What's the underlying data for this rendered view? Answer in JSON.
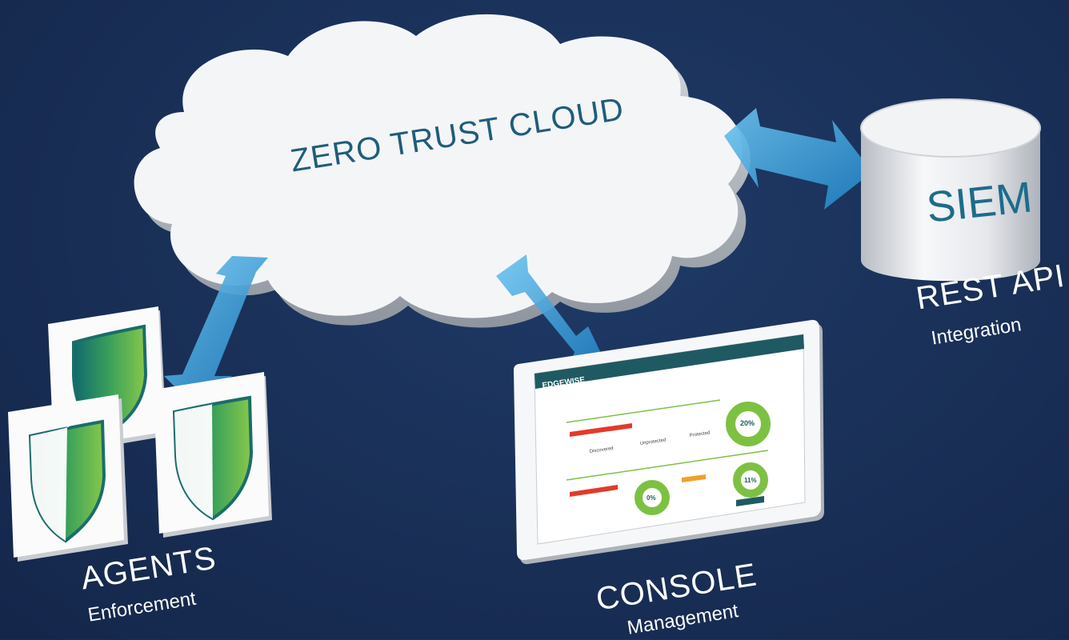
{
  "cloud": {
    "title": "ZERO TRUST CLOUD"
  },
  "siem": {
    "label": "SIEM",
    "title": "REST API",
    "subtitle": "Integration"
  },
  "agents": {
    "title": "AGENTS",
    "subtitle": "Enforcement",
    "count": 3
  },
  "console": {
    "title": "CONSOLE",
    "subtitle": "Management",
    "screen": {
      "brand": "EDGEWISE",
      "gauges": [
        "20%",
        "0%",
        "11%"
      ],
      "stats": [
        "Discovered",
        "Unprotected",
        "Protected"
      ]
    }
  },
  "colors": {
    "background": "#1a3159",
    "arrow": "#3fa4dc",
    "cloud": "#f4f5f7",
    "shield_green": "#6fbf4a",
    "text_blue": "#1f5d7a"
  }
}
